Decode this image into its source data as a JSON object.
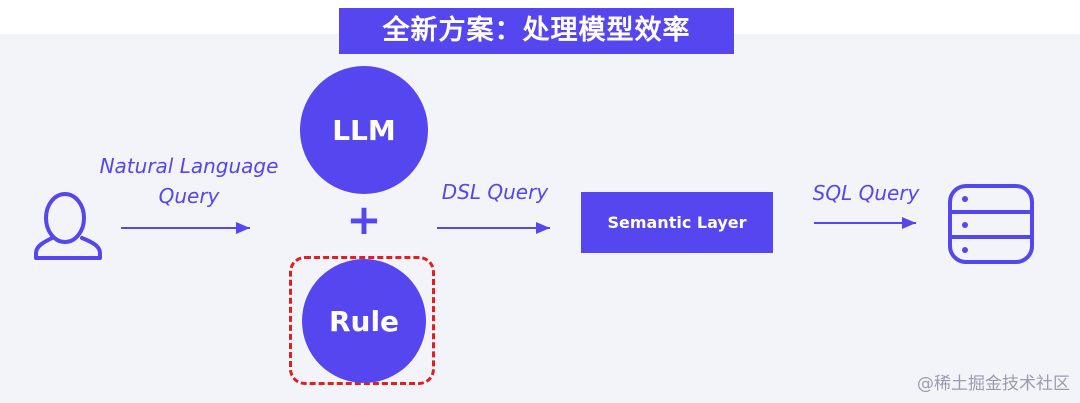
{
  "title": "全新方案：处理模型效率",
  "nodes": {
    "llm": "LLM",
    "plus": "+",
    "rule": "Rule",
    "semantic_layer": "Semantic Layer"
  },
  "edges": {
    "natural_language_line1": "Natural Language",
    "natural_language_line2": "Query",
    "dsl_query": "DSL Query",
    "sql_query": "SQL Query"
  },
  "icons": {
    "user": "user-icon",
    "database": "database-icon"
  },
  "watermark": "@稀土掘金技术社区",
  "colors": {
    "accent": "#5546f0",
    "highlight_dash": "#e02020",
    "panel_bg": "#f3f3fa"
  }
}
